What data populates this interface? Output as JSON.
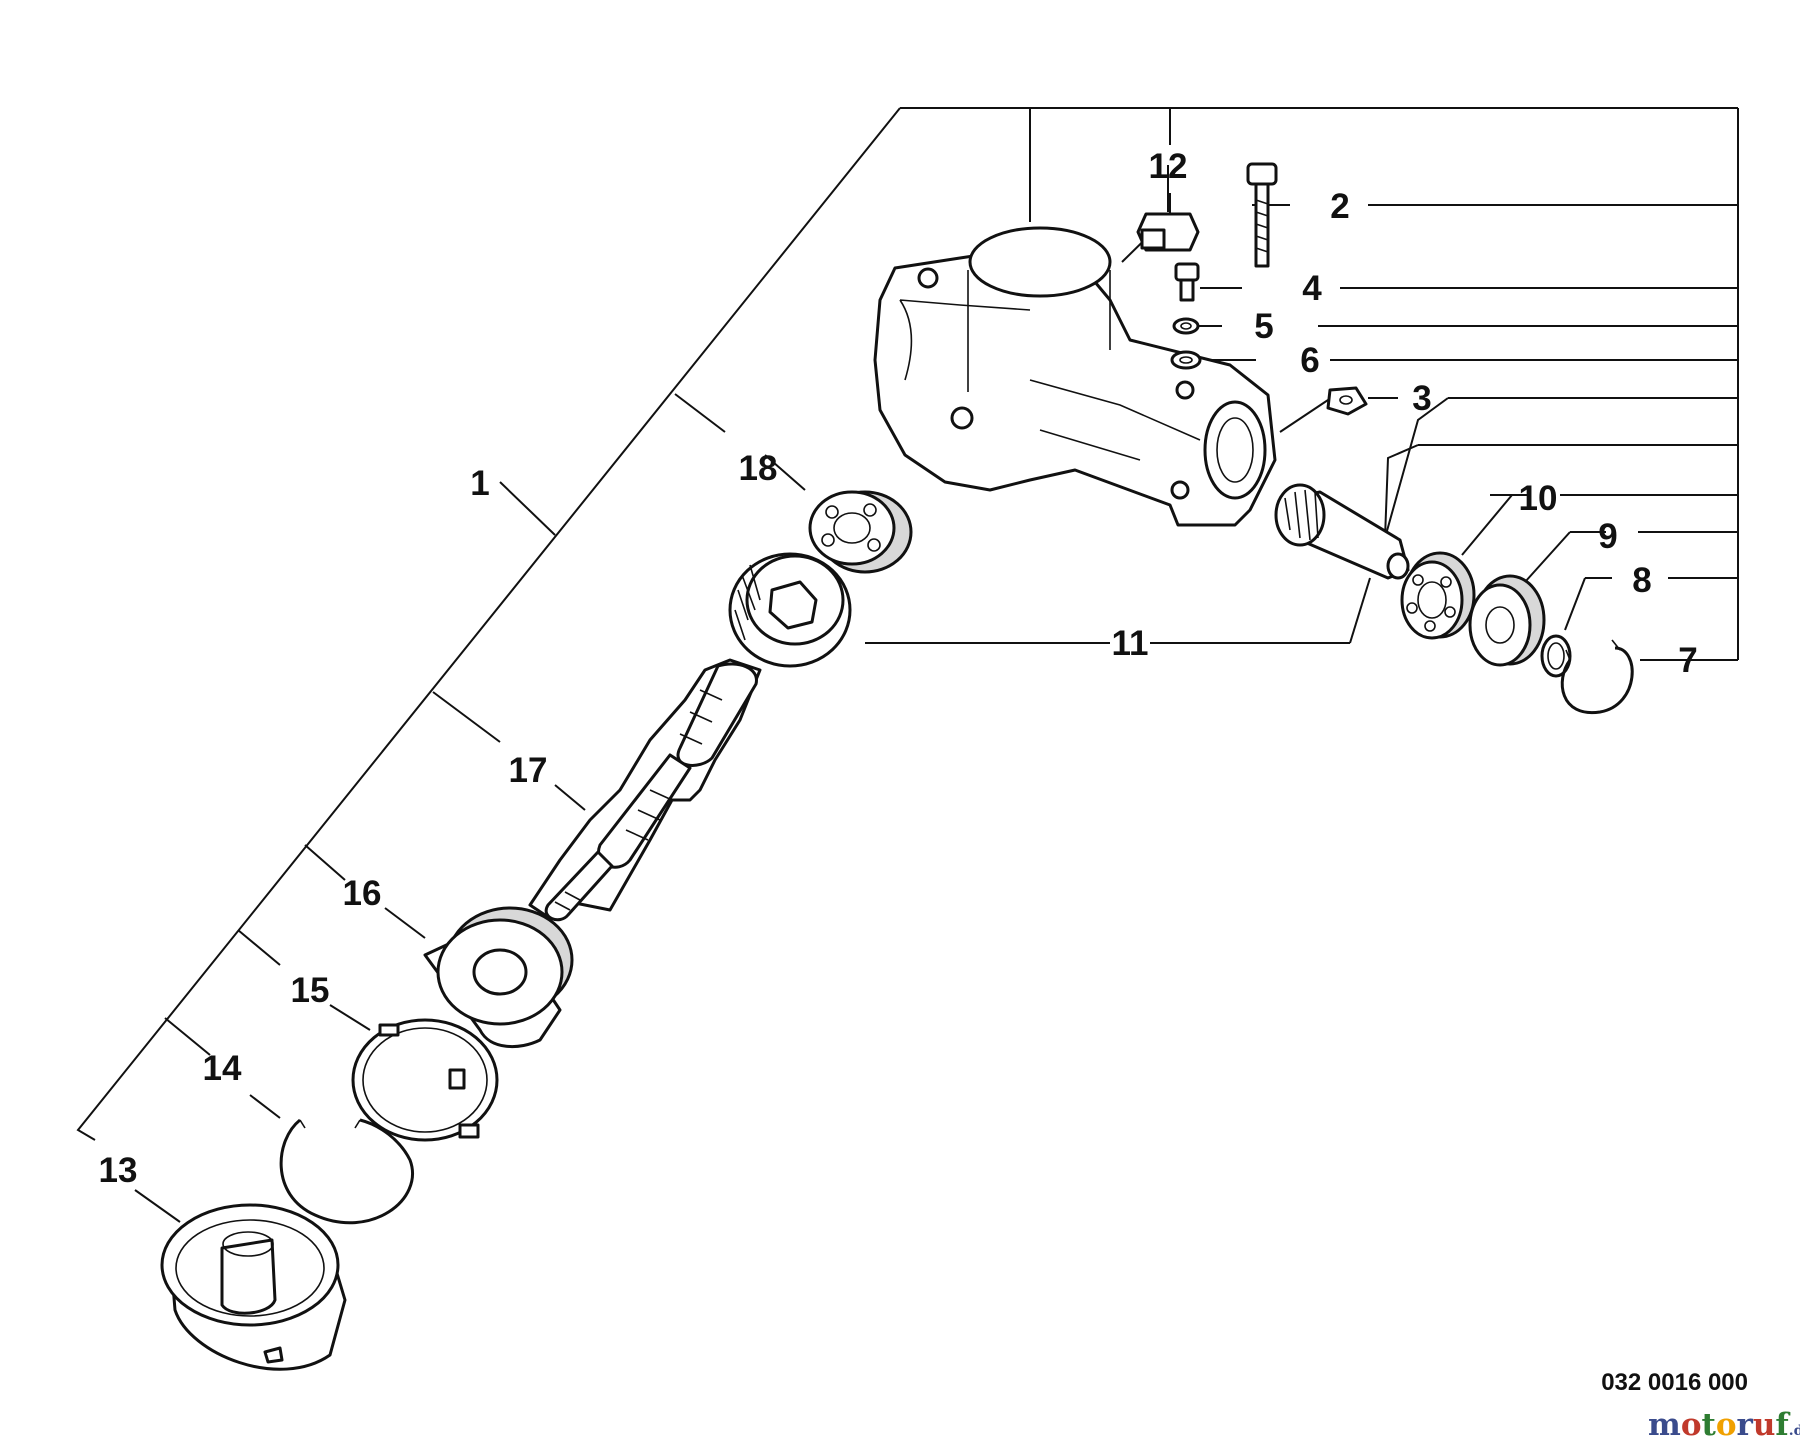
{
  "diagram": {
    "callouts": {
      "c1": "1",
      "c2": "2",
      "c3": "3",
      "c4": "4",
      "c5": "5",
      "c6": "6",
      "c7": "7",
      "c8": "8",
      "c9": "9",
      "c10": "10",
      "c11": "11",
      "c12": "12",
      "c13": "13",
      "c14": "14",
      "c15": "15",
      "c16": "16",
      "c17": "17",
      "c18": "18"
    },
    "reference_number": "032 0016 000"
  },
  "watermark": {
    "main": "motoruf",
    "tld": ".de",
    "colors": {
      "m": "#3a4b8c",
      "o1": "#c0392b",
      "t": "#2e7d32",
      "o2": "#f0a000",
      "r": "#3a4b8c",
      "u": "#c0392b",
      "f": "#2e7d32"
    }
  }
}
